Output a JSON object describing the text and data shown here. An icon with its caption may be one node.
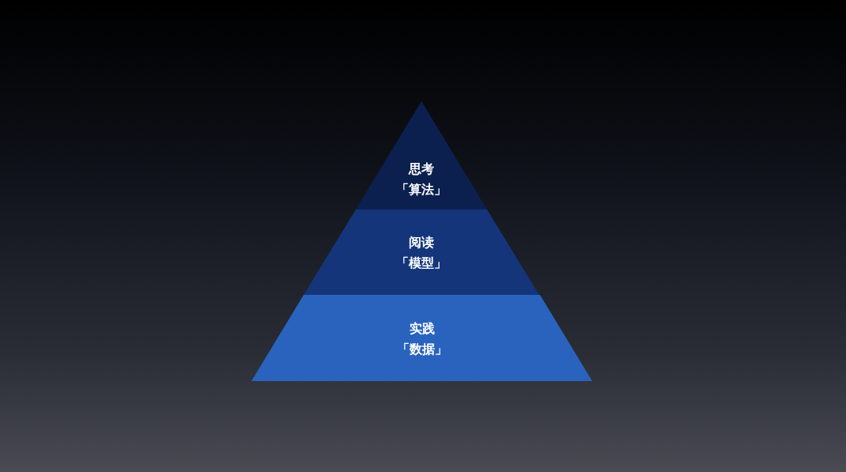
{
  "diagram": {
    "nodes": [
      {
        "text": [
          "思考",
          "「算法」"
        ]
      },
      {
        "text": [
          "阅读",
          "「模型」"
        ]
      },
      {
        "text": [
          "实践",
          "「数据」"
        ]
      }
    ]
  }
}
